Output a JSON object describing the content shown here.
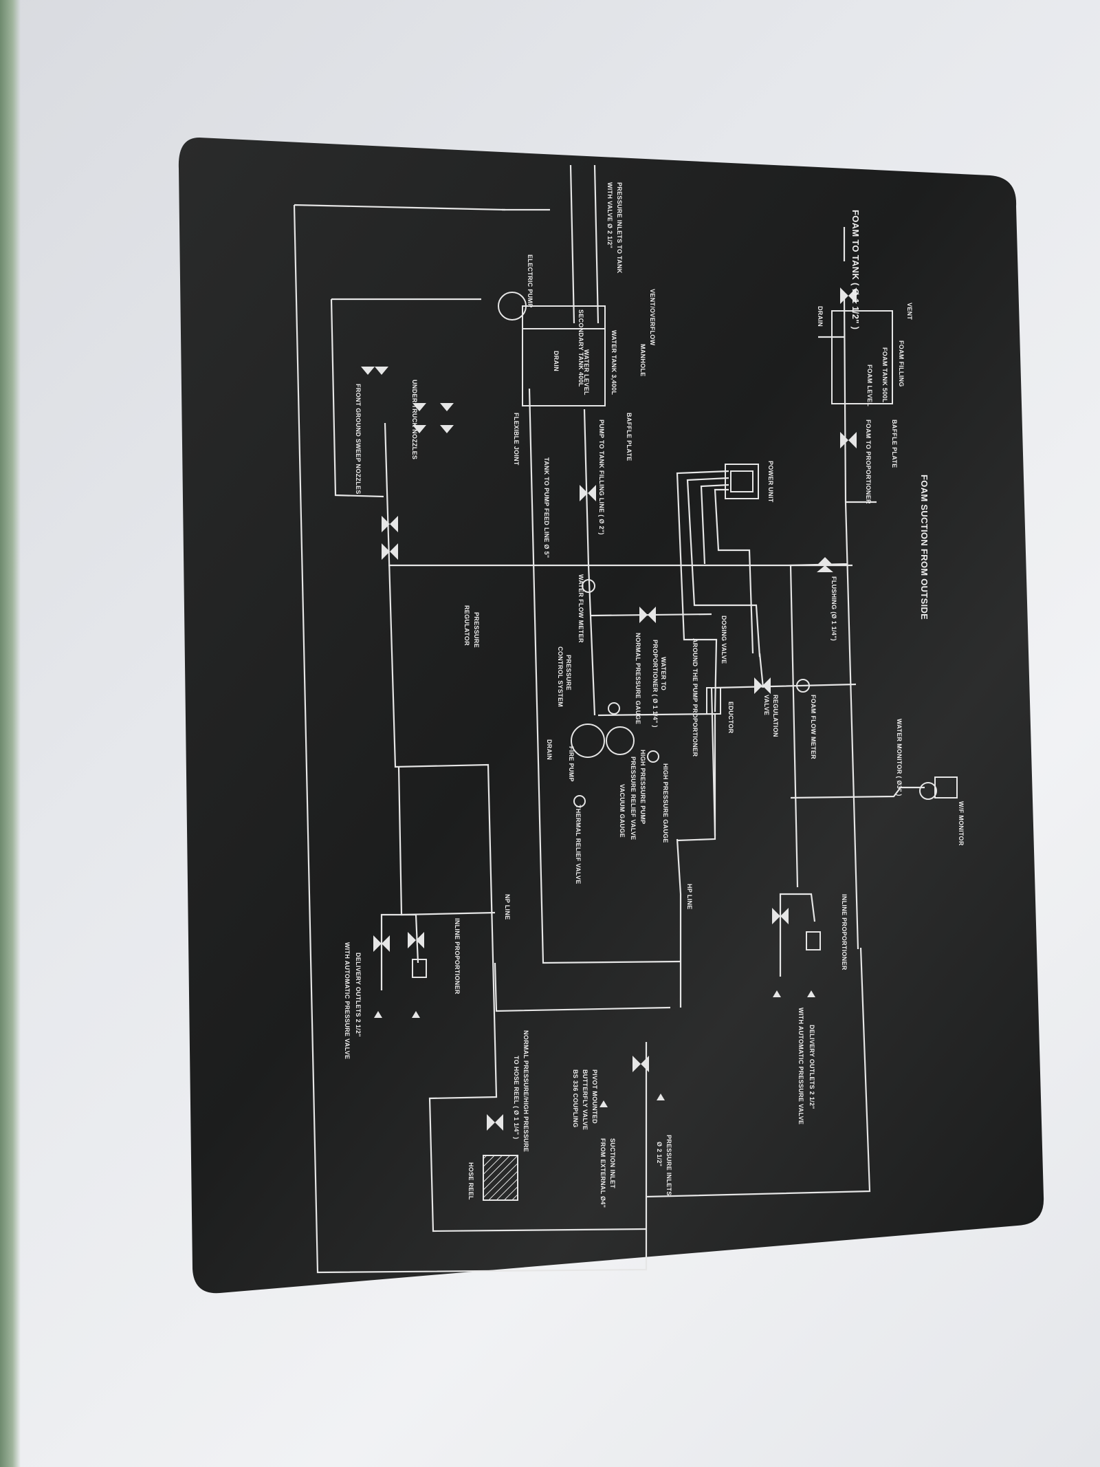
{
  "plate": {
    "background": "#1f2020",
    "line_color": "#e6e6e6"
  },
  "labels": {
    "foam_to_tank": "FOAM TO TANK ( Ø 1 1/2\" )",
    "vent": "VENT",
    "drain_top": "DRAIN",
    "foam_filling": "FOAM FILLING",
    "foam_tank": "FOAM TANK 500L",
    "foam_level": "FOAM LEVEL",
    "baffle_plate_top": "BAFFLE PLATE",
    "foam_to_proportioner": "FOAM TO PROPORTIONER",
    "foam_suction": "FOAM SUCTION FROM OUTSIDE",
    "power_unit": "POWER UNIT",
    "flushing": "FLUSHING (Ø 1 1/4\")",
    "water_monitor": "WATER MONITOR ( Ø3\" )",
    "wf_monitor": "W/F MONITOR",
    "foam_flow_meter": "FOAM FLOW METER",
    "regulation_valve_1": "REGULATION",
    "regulation_valve_2": "VALVE",
    "dosing_valve": "DOSING VALVE",
    "around_pump_proportioner": "AROUND THE PUMP PROPORTIONER",
    "eductor": "EDUCTOR",
    "water_to_1": "WATER TO",
    "water_to_2": "PROPORTIONER ( Ø 1 1/4\" )",
    "normal_pressure_gauge": "NORMAL PRESSURE GAUGE",
    "high_pressure_gauge": "HIGH PRESSURE GAUGE",
    "high_pressure_pump": "HIGH PRESSURE PUMP",
    "pressure_relief_valve": "PRESSURE RELIEF VALVE",
    "vacuum_gauge": "VACUUM GAUGE",
    "fire_pump": "FIRE PUMP",
    "drain_mid": "DRAIN",
    "thermal_relief_valve": "THERMAL RELIEF VALVE",
    "pressure_control_1": "PRESSURE",
    "pressure_control_2": "CONTROL SYSTEM",
    "water_flow_meter": "WATER FLOW METER",
    "pressure_regulator_1": "PRESSURE",
    "pressure_regulator_2": "REGULATOR",
    "tank_to_pump": "TANK TO PUMP FEED LINE Ø 5\"",
    "pump_to_tank": "PUMP TO TANK FILLING LINE ( Ø 2\")",
    "flexible_joint": "FLEXIBLE JOINT",
    "baffle_plate": "BAFFLE PLATE",
    "manhole": "MANHOLE",
    "vent_overflow": "VENT/OVERFLOW",
    "water_tank": "WATER TANK 3,400L",
    "water_level": "WATER LEVEL",
    "drain_left": "DRAIN",
    "secondary_tank": "SECONDARY TANK 400L",
    "electric_pump": "ELECTRIC PUMP",
    "pressure_inlets_top_1": "PRESSURE INLETS TO TANK",
    "pressure_inlets_top_2": "WITH VALVE Ø 2 1/2\"",
    "under_truck_nozzles": "UNDER TRUCK NOZZLES",
    "front_ground_sweep": "FRONT GROUND SWEEP NOZZLES",
    "hp_line": "HP LINE",
    "np_line": "NP LINE",
    "inline_proportioner_right": "INLINE PROPORTIONER",
    "inline_proportioner_left": "INLINE PROPORTIONER",
    "delivery_right_1": "DELIVERY OUTLETS 2 1/2\"",
    "delivery_right_2": "WITH AUTOMATIC PRESSURE VALVE",
    "delivery_left_1": "DELIVERY OUTLETS 2 1/2\"",
    "delivery_left_2": "WITH AUTOMATIC PRESSURE VALVE",
    "pressure_inlets_bottom_1": "PRESSURE INLETS",
    "pressure_inlets_bottom_2": "Ø 2 1/2\"",
    "suction_inlet_1": "SUCTION INLET",
    "suction_inlet_2": "FROM EXTERNAL Ø4\"",
    "pivot_1": "PIVOT MOUNTED",
    "pivot_2": "BUTTERFLY VALVE",
    "pivot_3": "BS 336 COUPLING",
    "hose_reel_line_1": "NORMAL PRESSURE/HIGH PRESSURE",
    "hose_reel_line_2": "TO HOSE REEL ( Ø 1 1/4\" )",
    "hose_reel": "HOSE REEL"
  }
}
